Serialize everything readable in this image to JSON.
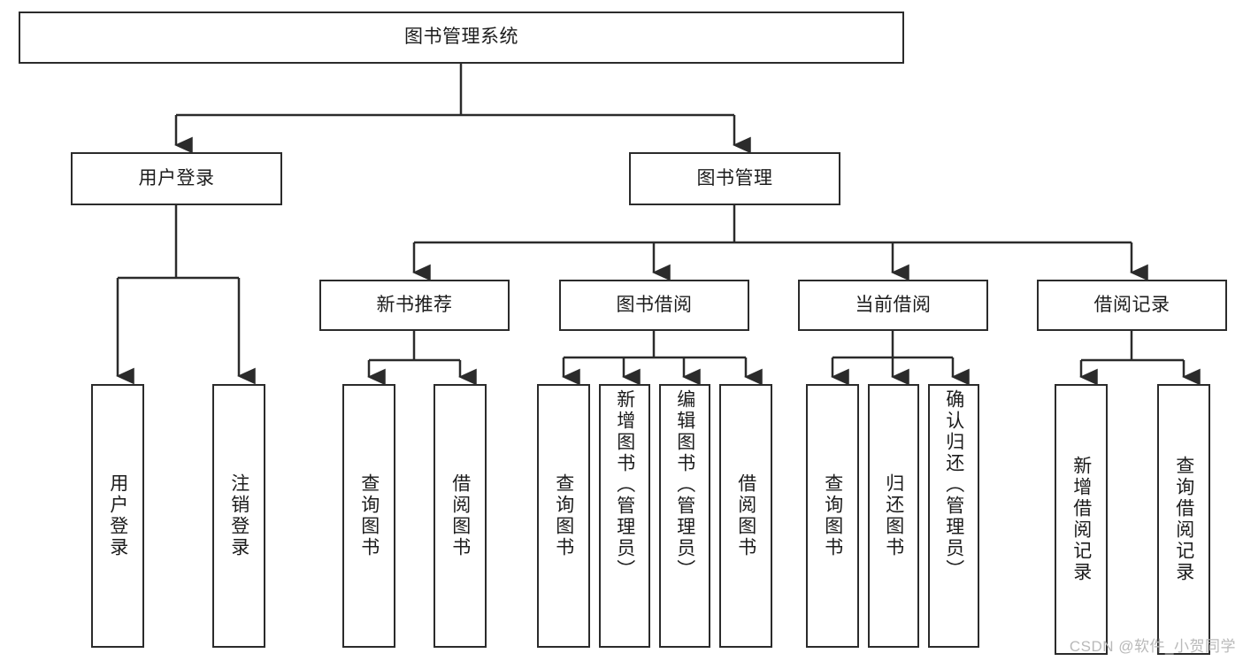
{
  "diagram": {
    "title": "图书管理系统",
    "type": "tree",
    "root": {
      "id": "root",
      "label": "图书管理系统"
    },
    "level2": [
      {
        "id": "user-login",
        "label": "用户登录"
      },
      {
        "id": "book-manage",
        "label": "图书管理"
      }
    ],
    "level3": [
      {
        "id": "new-book-recommend",
        "label": "新书推荐",
        "parent": "book-manage"
      },
      {
        "id": "book-borrow",
        "label": "图书借阅",
        "parent": "book-manage"
      },
      {
        "id": "current-borrow",
        "label": "当前借阅",
        "parent": "book-manage"
      },
      {
        "id": "borrow-record",
        "label": "借阅记录",
        "parent": "book-manage"
      }
    ],
    "leaves": [
      {
        "id": "leaf-user-login",
        "label": "用户登录",
        "parent": "user-login"
      },
      {
        "id": "leaf-logout",
        "label": "注销登录",
        "parent": "user-login"
      },
      {
        "id": "leaf-query-book-1",
        "label": "查询图书",
        "parent": "new-book-recommend"
      },
      {
        "id": "leaf-borrow-book-1",
        "label": "借阅图书",
        "parent": "new-book-recommend"
      },
      {
        "id": "leaf-query-book-2",
        "label": "查询图书",
        "parent": "book-borrow"
      },
      {
        "id": "leaf-add-book",
        "label": "新增图书（管理员）",
        "parent": "book-borrow"
      },
      {
        "id": "leaf-edit-book",
        "label": "编辑图书（管理员）",
        "parent": "book-borrow"
      },
      {
        "id": "leaf-borrow-book-2",
        "label": "借阅图书",
        "parent": "book-borrow"
      },
      {
        "id": "leaf-query-book-3",
        "label": "查询图书",
        "parent": "current-borrow"
      },
      {
        "id": "leaf-return-book",
        "label": "归还图书",
        "parent": "current-borrow"
      },
      {
        "id": "leaf-confirm-return",
        "label": "确认归还（管理员）",
        "parent": "current-borrow"
      },
      {
        "id": "leaf-add-record",
        "label": "新增借阅记录",
        "parent": "borrow-record"
      },
      {
        "id": "leaf-query-record",
        "label": "查询借阅记录",
        "parent": "borrow-record"
      }
    ],
    "watermark": "CSDN @软件_小贺同学",
    "colors": {
      "stroke": "#2b2b2b",
      "text": "#1c1c1c",
      "background": "#ffffff",
      "watermark": "#b9b9b9"
    }
  }
}
